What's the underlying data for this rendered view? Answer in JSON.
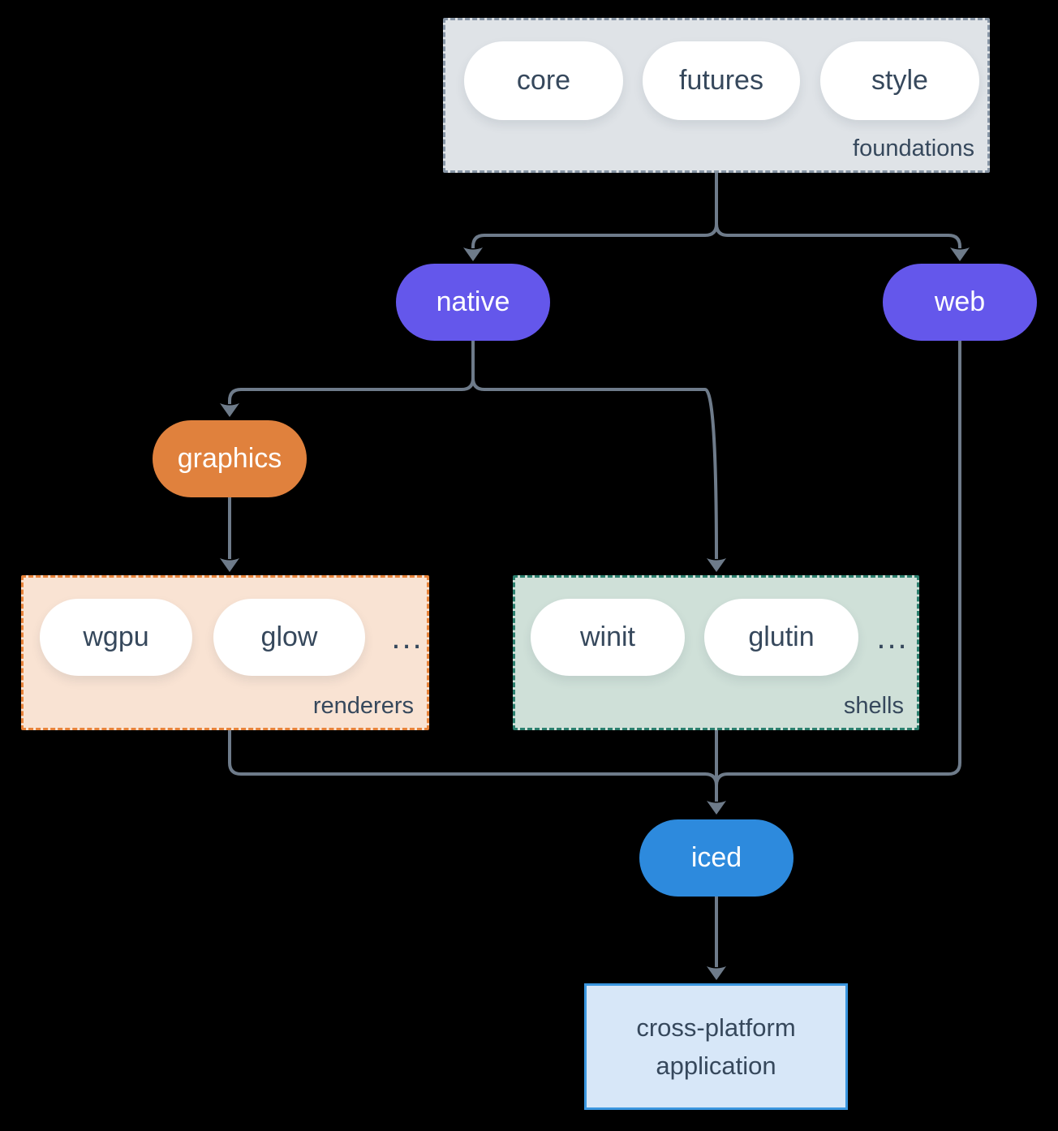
{
  "colors": {
    "bg": "#000000",
    "arrow": "#6e7b8a",
    "text_dark": "#36485c",
    "purple": "#6457eb",
    "orange": "#e0813d",
    "blue": "#2d8add",
    "foundations_bg": "#dfe3e7",
    "foundations_border": "#8795a5",
    "renderers_bg": "#f9e3d3",
    "renderers_border": "#e8833a",
    "shells_bg": "#cfe0d8",
    "shells_border": "#2b7f6e",
    "app_bg": "#d7e7f8",
    "app_border": "#3a96df"
  },
  "groups": {
    "foundations": {
      "label": "foundations",
      "pills": [
        "core",
        "futures",
        "style"
      ]
    },
    "renderers": {
      "label": "renderers",
      "pills": [
        "wgpu",
        "glow"
      ],
      "more": "..."
    },
    "shells": {
      "label": "shells",
      "pills": [
        "winit",
        "glutin"
      ],
      "more": "..."
    }
  },
  "nodes": {
    "native": {
      "label": "native"
    },
    "web": {
      "label": "web"
    },
    "graphics": {
      "label": "graphics"
    },
    "iced": {
      "label": "iced"
    },
    "application": {
      "label": "cross-platform application"
    }
  }
}
